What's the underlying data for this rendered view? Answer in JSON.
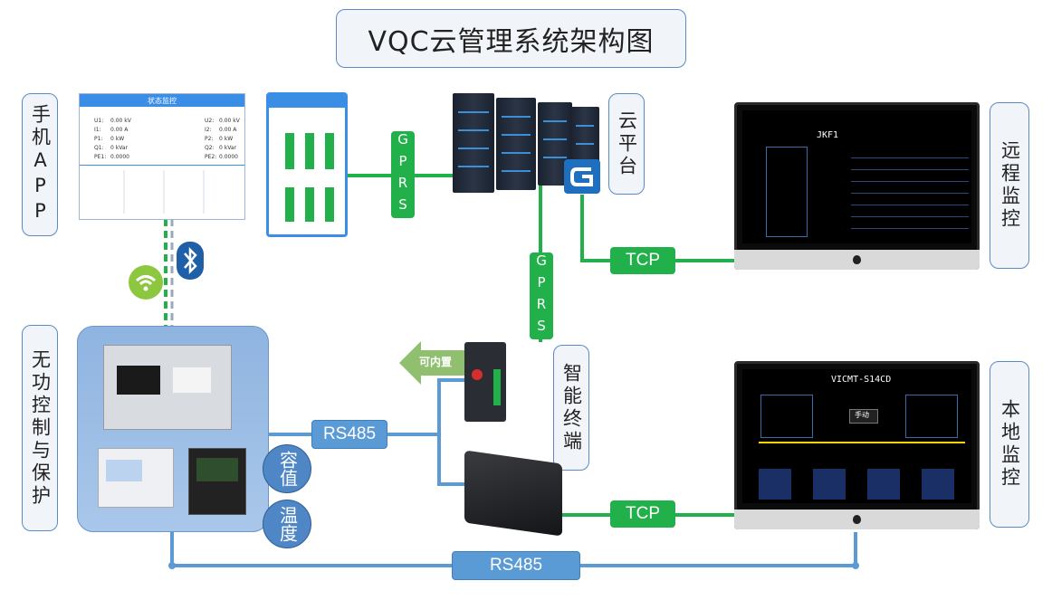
{
  "title": "VQC云管理系统架构图",
  "left_labels": {
    "phone_app": "手机APP",
    "reactive": "无功控制与保护"
  },
  "right_labels": {
    "cloud": "云平台",
    "remote": "远程监控",
    "local": "本地监控",
    "terminal": "智能终端"
  },
  "links": {
    "gprs_top": "GPRS",
    "gprs_mid": "GPRS",
    "tcp_top": "TCP",
    "tcp_bottom": "TCP",
    "rs485_mid": "RS485",
    "rs485_bottom": "RS485",
    "builtin": "可内置"
  },
  "badges": {
    "capacitance": "容值",
    "temperature": "温度"
  },
  "monitors": {
    "remote_title": "JKF1",
    "local_title": "VICMT-S14CD",
    "local_mode": "手动"
  },
  "app_panel": {
    "header": "状态监控",
    "left_rows": [
      "U1:",
      "I1:",
      "P1:",
      "Q1:",
      "PE1:"
    ],
    "left_vals": [
      "0.00 kV",
      "0.00 A",
      "0 kW",
      "0 kVar",
      "0.0000"
    ],
    "right_rows": [
      "U2:",
      "I2:",
      "P2:",
      "Q2:",
      "PE2:"
    ],
    "right_vals": [
      "0.00 kV",
      "0.00 A",
      "0 kW",
      "0 kVar",
      "0.0000"
    ]
  },
  "colors": {
    "green": "#21b04a",
    "blue": "#5b9bd5",
    "border": "#5b8bc7"
  }
}
